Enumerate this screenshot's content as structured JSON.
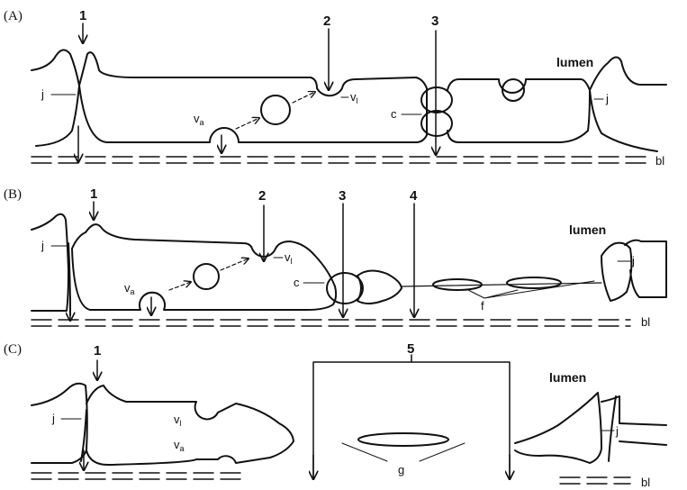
{
  "panels": [
    {
      "label": "(A)",
      "lumen": "lumen",
      "bl": "bl",
      "markers": [
        "1",
        "2",
        "3"
      ],
      "tags": {
        "j": "j",
        "c": "c",
        "va": "v",
        "va_sub": "a",
        "vl": "v",
        "vl_sub": "l"
      }
    },
    {
      "label": "(B)",
      "lumen": "lumen",
      "bl": "bl",
      "markers": [
        "1",
        "2",
        "3",
        "4"
      ],
      "tags": {
        "j": "j",
        "c": "c",
        "f": "f",
        "va": "v",
        "va_sub": "a",
        "vl": "v",
        "vl_sub": "l"
      }
    },
    {
      "label": "(C)",
      "lumen": "lumen",
      "bl": "bl",
      "markers": [
        "1",
        "5"
      ],
      "tags": {
        "j": "j",
        "g": "g",
        "va": "v",
        "va_sub": "a",
        "vl": "v",
        "vl_sub": "l"
      }
    }
  ]
}
